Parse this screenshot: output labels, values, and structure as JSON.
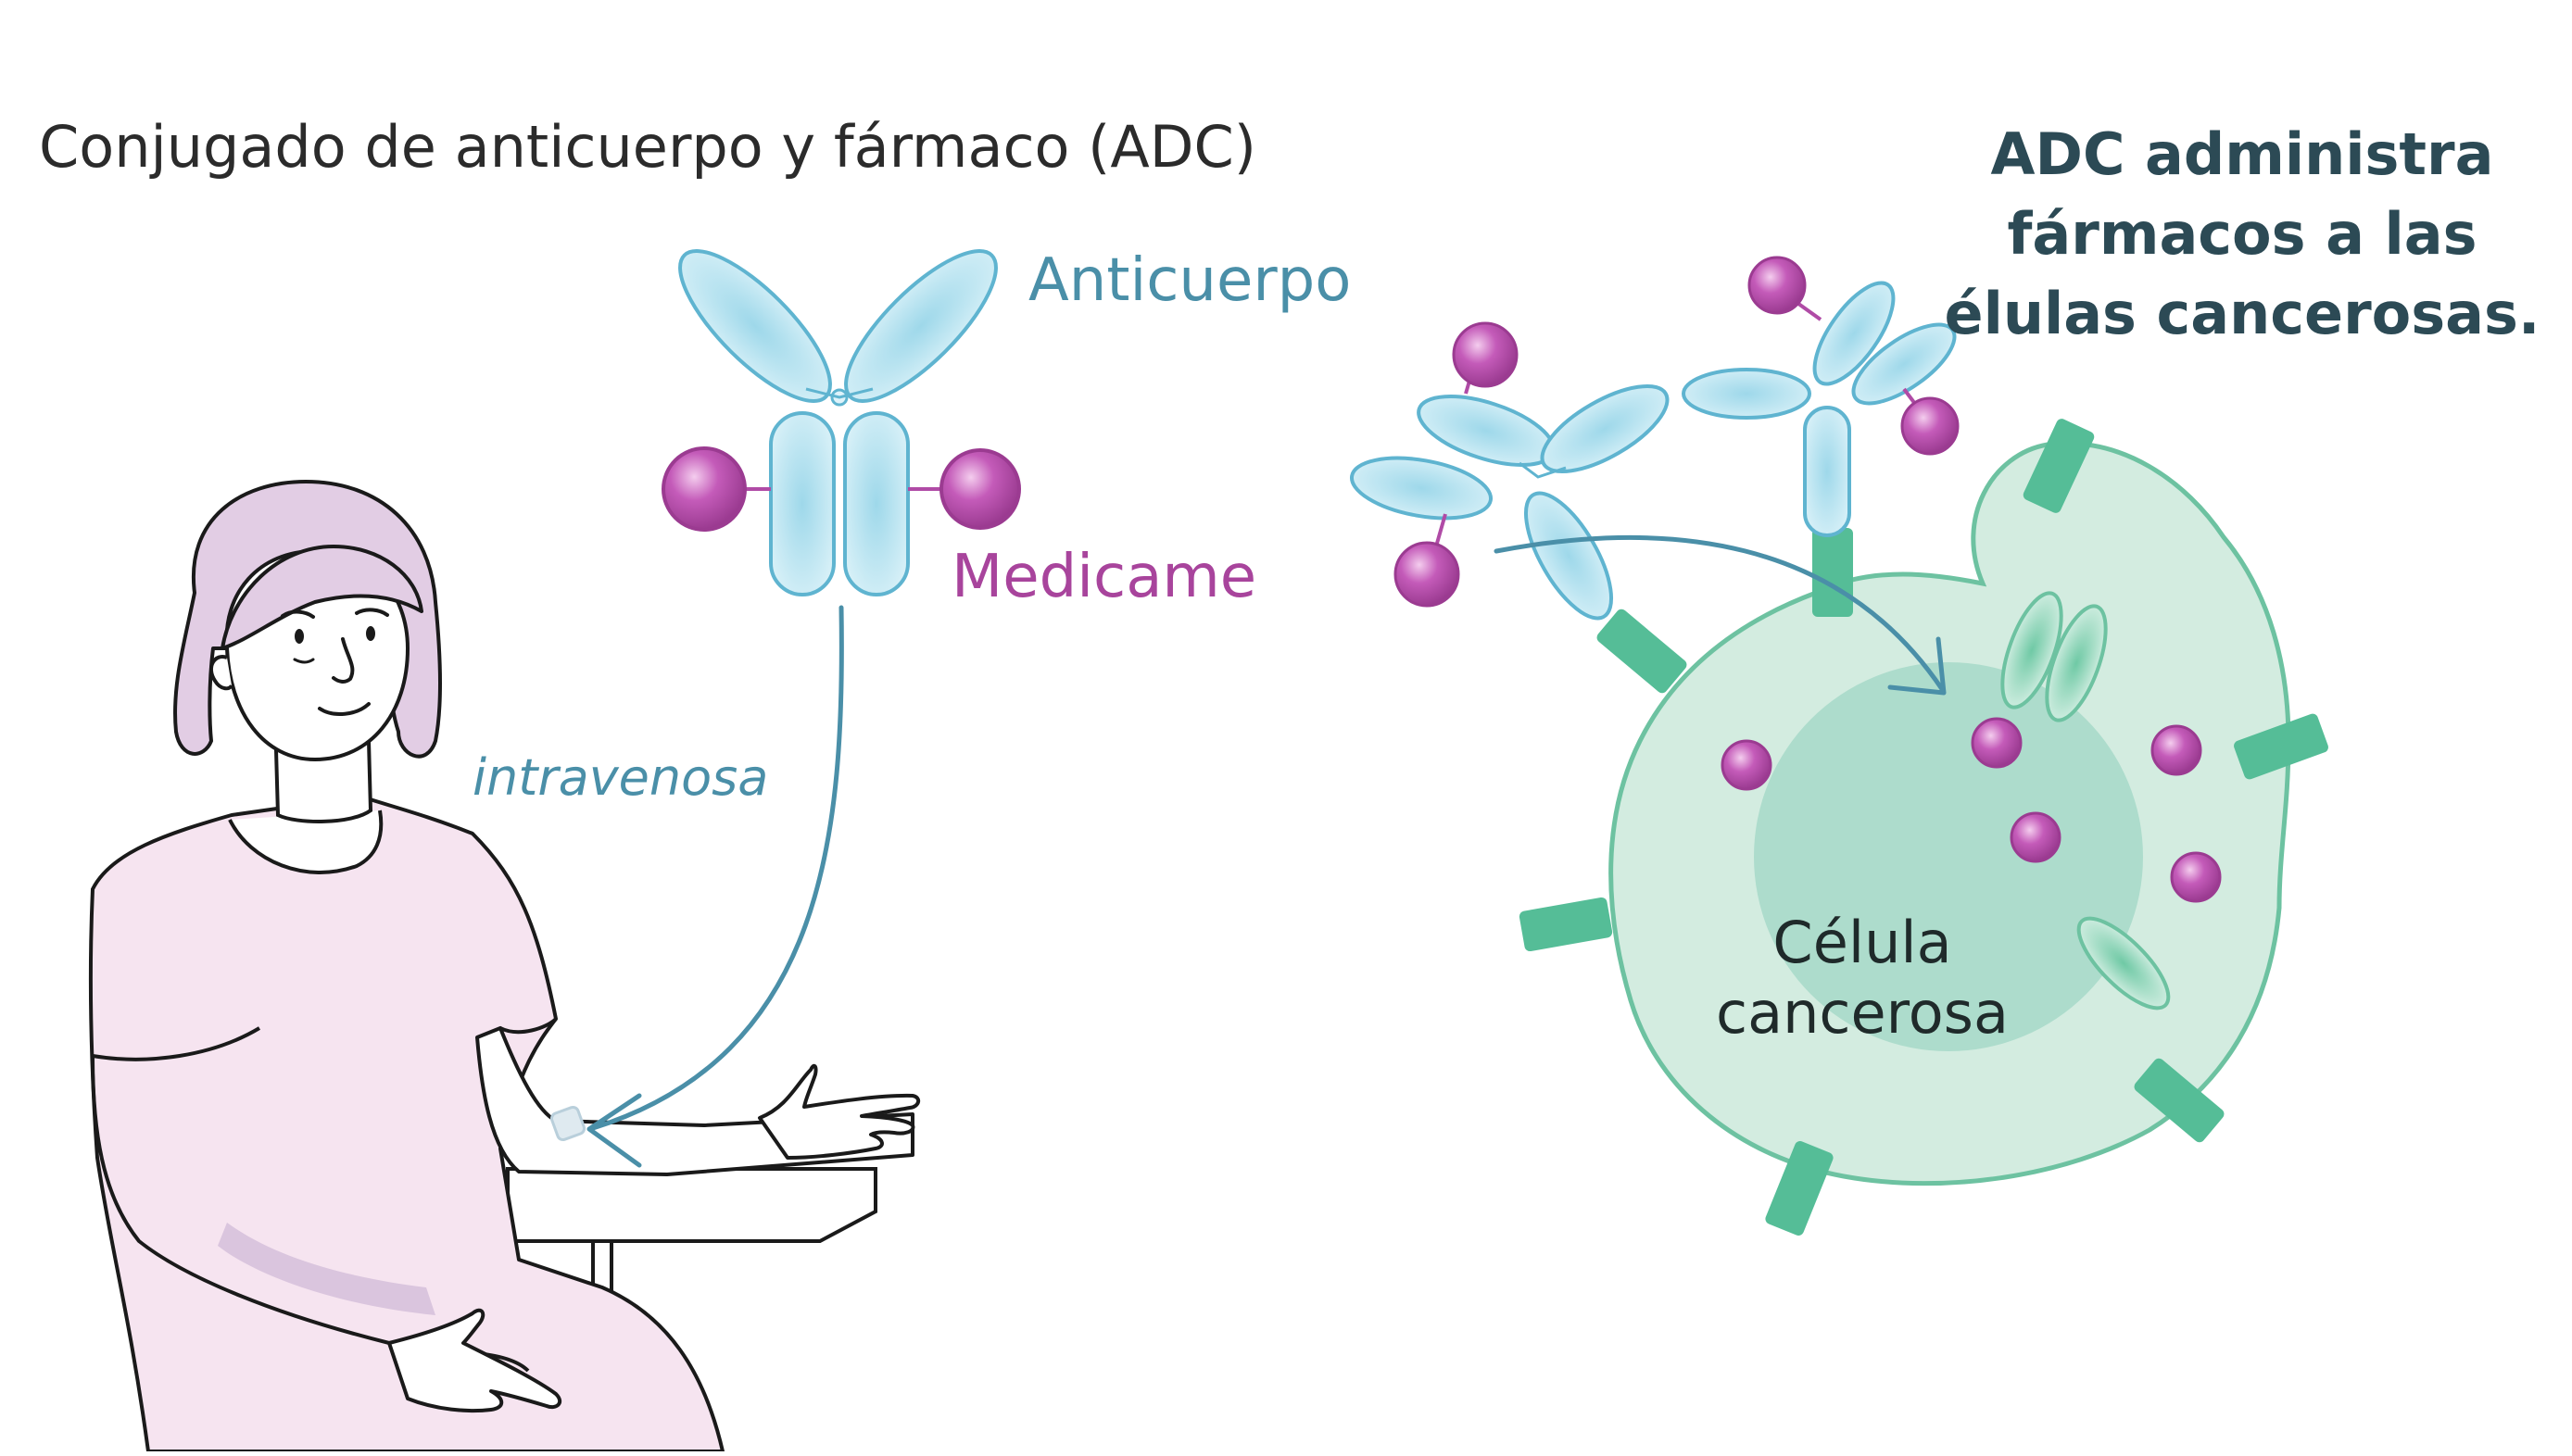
{
  "title": "Conjugado de anticuerpo y fármaco (ADC)",
  "labels": {
    "antibody": "Anticuerpo",
    "drug": "Medicame",
    "route": "intravenosa",
    "cell_line1": "Célula",
    "cell_line2": "cancerosa"
  },
  "headline": {
    "line1": "ADC administra",
    "line2": "fármacos a las",
    "line3": "élulas cancerosas."
  },
  "colors": {
    "antibody": "#bfe6f2",
    "antibody_outline": "#5fb4d0",
    "drug": "#b04ba6",
    "cell": "#d3ece0",
    "cell_outline": "#6dc2a1",
    "nucleus": "#addccc",
    "receptor": "#55bd97",
    "arrow": "#4a8fa8",
    "patient_dress": "#f6e4f0",
    "patient_hair": "#e2cde4"
  },
  "icons": [
    "antibody-drug-conjugate-icon",
    "patient-illustration",
    "cancer-cell-icon",
    "arrow-icon"
  ]
}
